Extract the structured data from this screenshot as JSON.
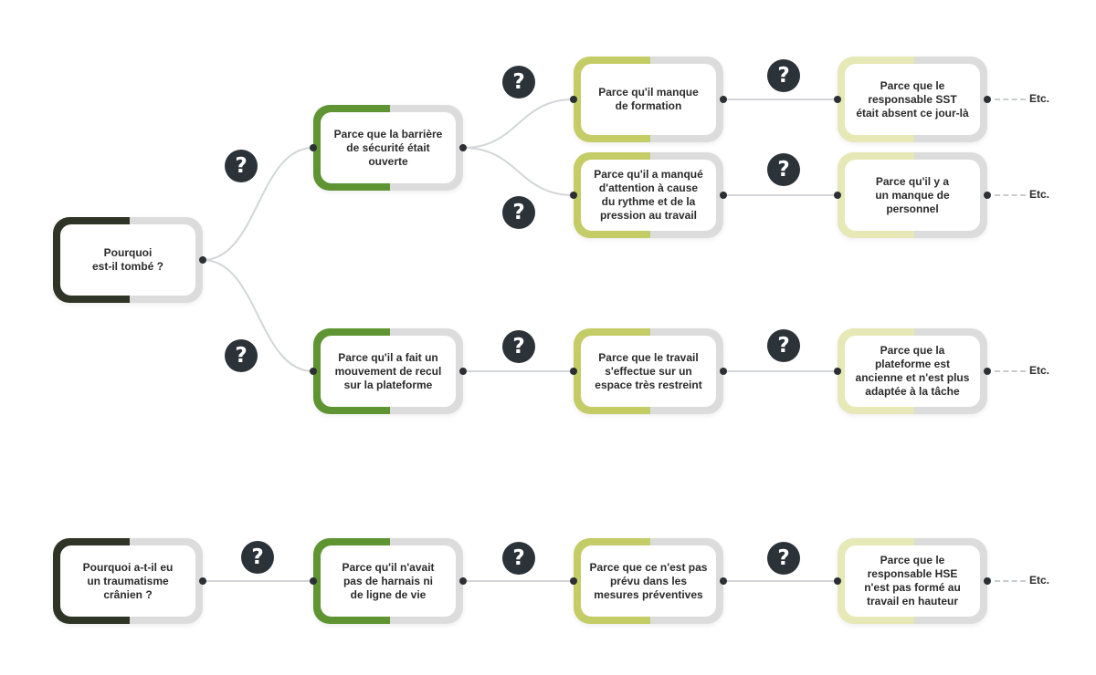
{
  "colors": {
    "root": "#2f3526",
    "level1": "#5e9432",
    "level2": "#c4cc66",
    "level3": "#e6e8b6",
    "line": "#d3d5d8",
    "question": "#2b3238"
  },
  "question_icon": "question-mark-icon",
  "etc_label": "Etc.",
  "boxes": {
    "root1": "Pourquoi\nest-il tombé ?",
    "b1": "Parce que la barrière\nde sécurité était\nouverte",
    "b2": "Parce qu'il a fait un\nmouvement de recul\nsur la plateforme",
    "c1": "Parce qu'il manque\nde formation",
    "c2": "Parce qu'il a manqué\nd'attention à cause\ndu rythme et de la\npression au travail",
    "c3": "Parce que le travail\ns'effectue sur un\nespace très restreint",
    "d1": "Parce que le\nresponsable SST\nétait absent ce jour-là",
    "d2": "Parce qu'il y a\nun manque de\npersonnel",
    "d3": "Parce que la\nplateforme est\nancienne et n'est plus\nadaptée à la tâche",
    "root2": "Pourquoi a-t-il eu\nun traumatisme\ncrânien ?",
    "e1": "Parce qu'il n'avait\npas de harnais ni\nde ligne de vie",
    "e2": "Parce que ce n'est pas\nprévu dans les\nmesures préventives",
    "e3": "Parce que le\nresponsable HSE\nn'est pas formé au\ntravail en hauteur"
  }
}
